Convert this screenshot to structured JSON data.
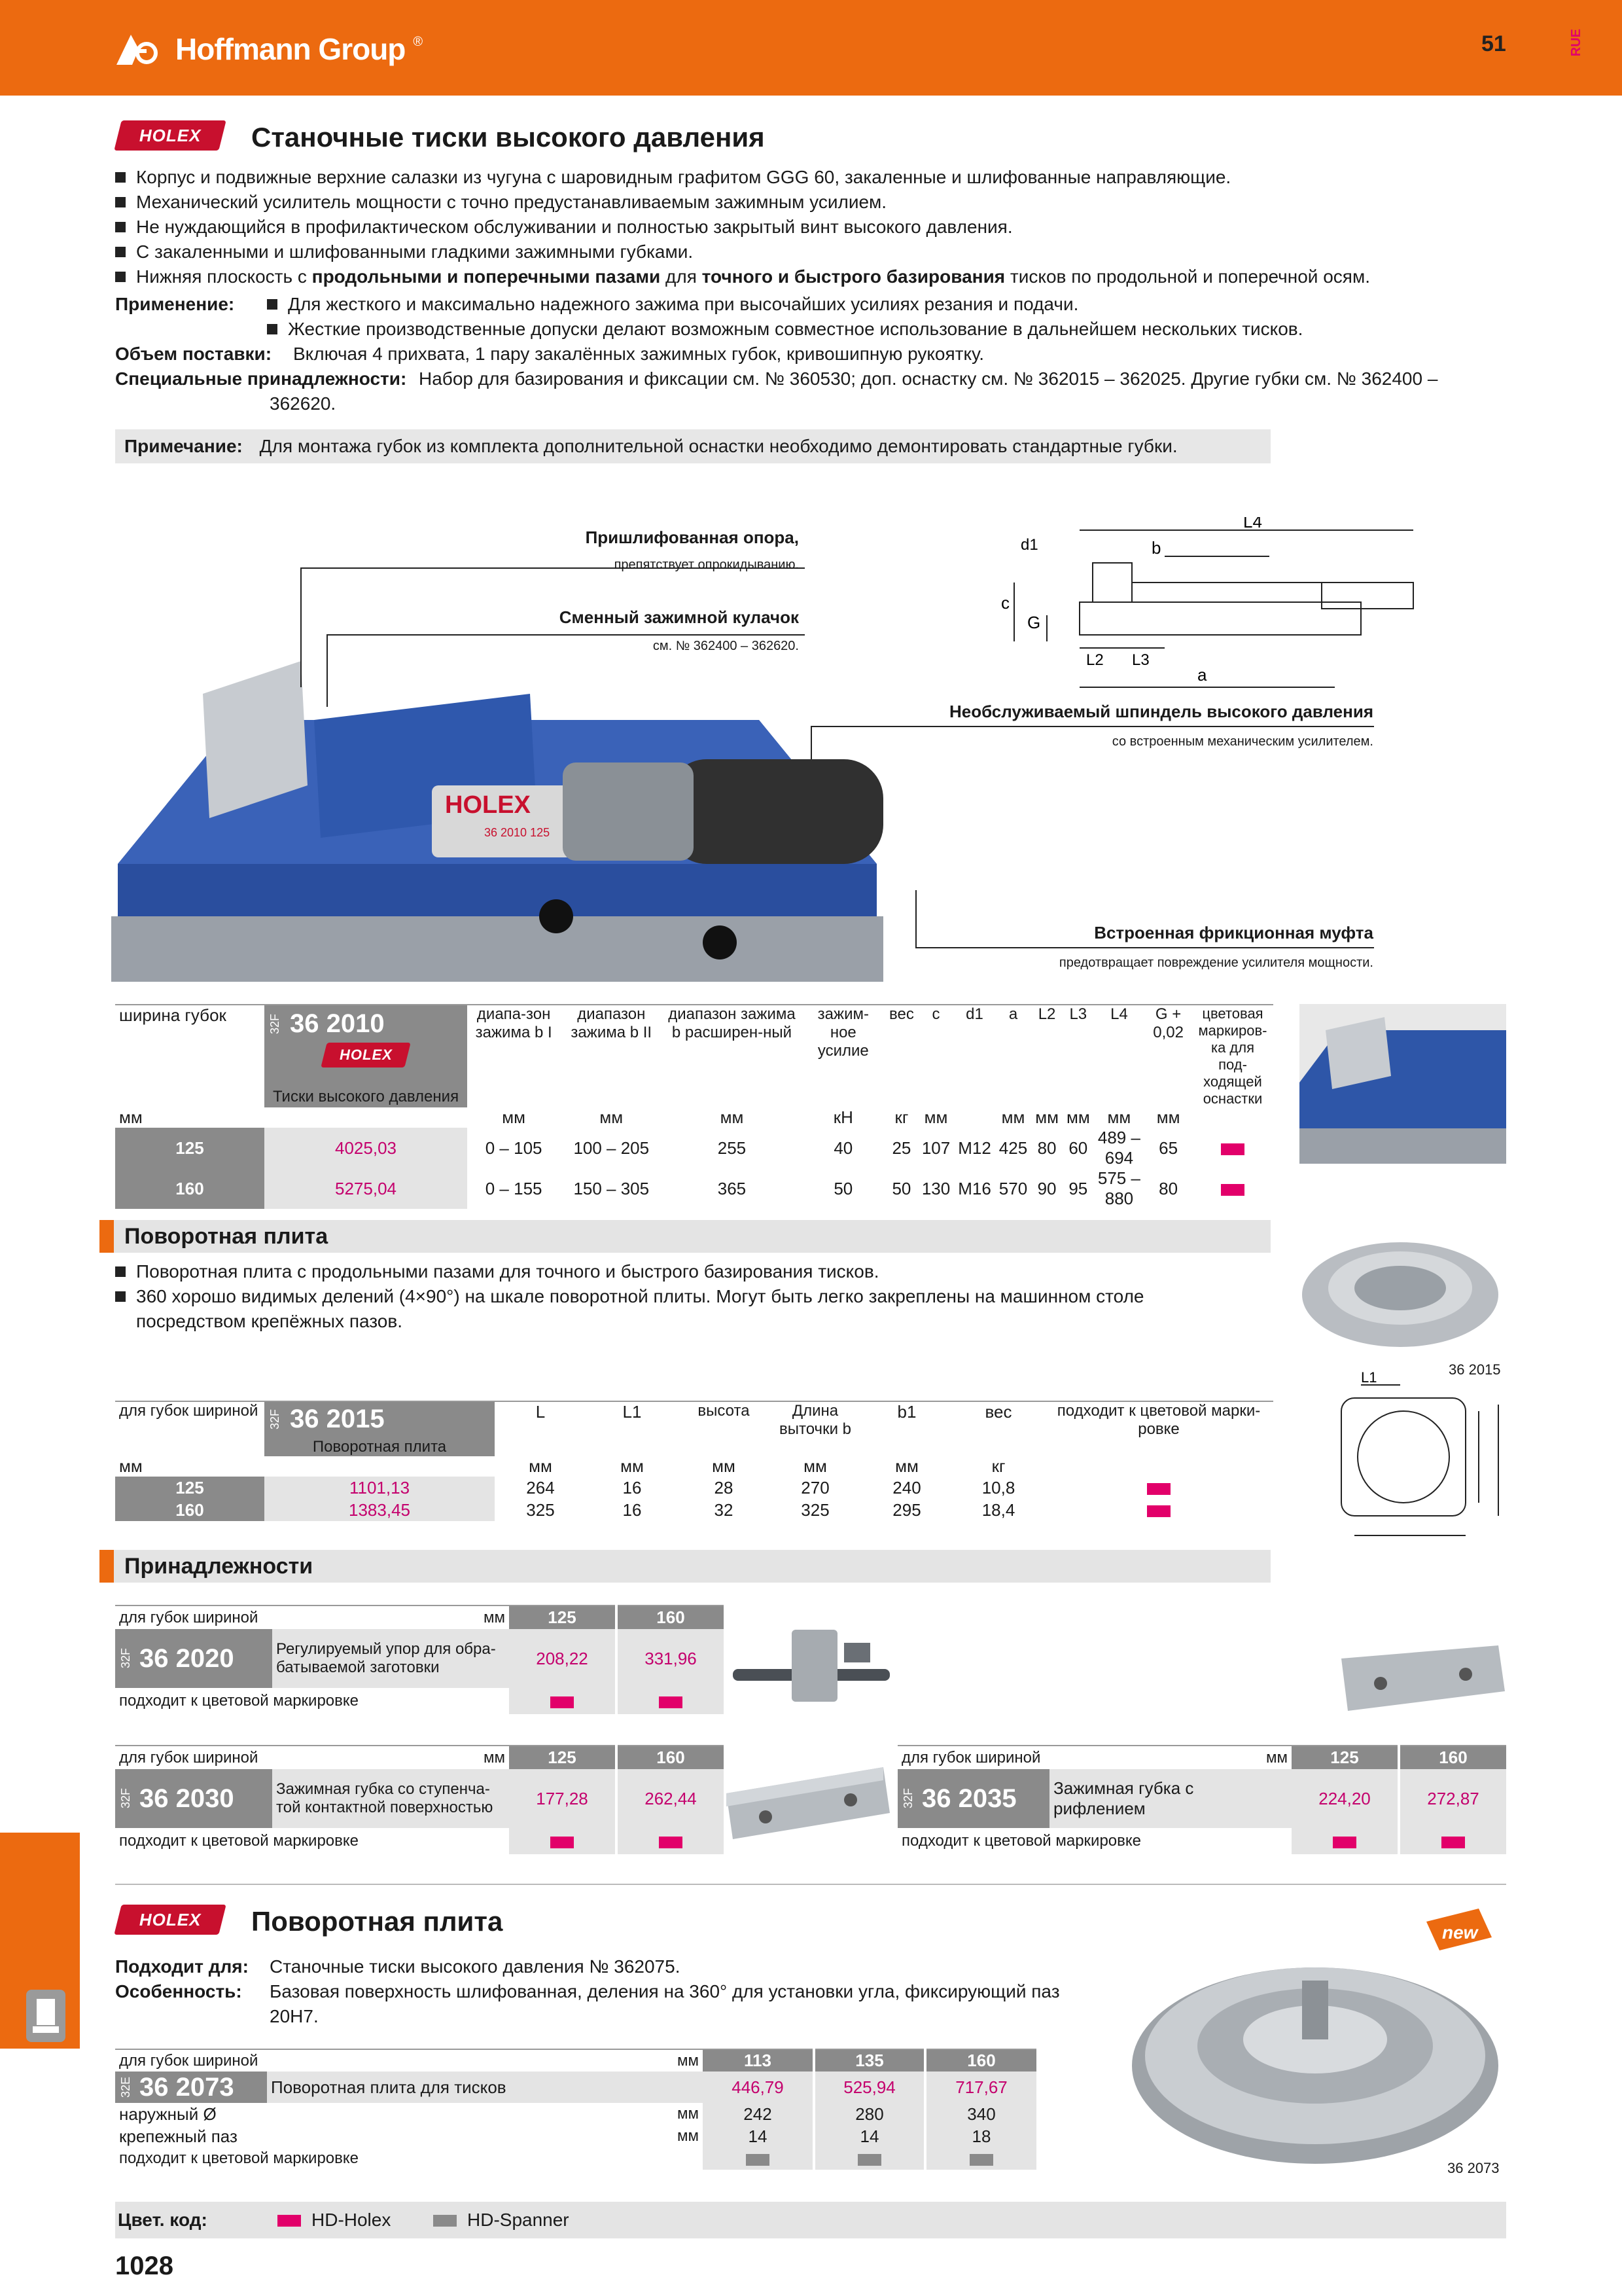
{
  "header": {
    "brand": "Hoffmann Group",
    "brand_mark": "®",
    "page_number_top": "51",
    "lang_tag": "RUE"
  },
  "section1": {
    "badge": "HOLEX",
    "title": "Станочные тиски высокого давления",
    "bullets": [
      "Корпус и подвижные верхние салазки из чугуна с шаровидным графитом GGG 60, закаленные и шлифованные направляющие.",
      "Механический усилитель мощности с точно предустанавливаемым зажимным усилием.",
      "Не нуждающийся в профилактическом обслуживании и полностью закрытый винт высокого давления.",
      "С закаленными и шлифованными гладкими зажимными губками."
    ],
    "bullet5_a": "Нижняя плоскость с ",
    "bullet5_b": "продольными и поперечными пазами",
    "bullet5_c": " для ",
    "bullet5_d": "точного и быстрого базирования",
    "bullet5_e": " тисков по продольной и поперечной осям.",
    "application_label": "Применение:",
    "application_items": [
      "Для жесткого и максимально надежного зажима при высочайших усилиях резания и подачи.",
      "Жесткие производственные допуски делают возможным совместное использование в дальнейшем нескольких тисков."
    ],
    "delivery_label": "Объем поставки:",
    "delivery_text": "Включая 4 прихвата, 1 пару закалённых зажимных губок, кривошипную рукоятку.",
    "accessories_label": "Специальные принадлежности:",
    "accessories_text_1": "Набор для базирования и фиксации см. № 360530; доп. оснастку см. № 362015 – 362025. Другие губки см. № 362400 –",
    "accessories_text_2": "362620.",
    "note_label": "Примечание:",
    "note_text": "Для монтажа губок из комплекта дополнительной оснастки необходимо демонтировать стандартные губки."
  },
  "callouts": {
    "c1_title": "Пришлифованная опора,",
    "c1_sub": "препятствует опрокидыванию.",
    "c2_title": "Сменный зажимной кулачок",
    "c2_sub": "см. № 362400 – 362620.",
    "c3_title": "Необслуживаемый шпиндель высокого давления",
    "c3_sub": "со встроенным механическим усилителем.",
    "c4_title": "Встроенная фрикционная муфта",
    "c4_sub": "предотвращает повреждение усилителя мощности.",
    "vice_label": "HOLEX",
    "vice_plate_code": "36 2010 125",
    "diagram_labels": {
      "L4": "L4",
      "d1": "d1",
      "b": "b",
      "c": "c",
      "G": "G",
      "L2": "L2",
      "L3": "L3",
      "a": "a"
    }
  },
  "table1": {
    "jaw_width": "ширина губок",
    "tag": "32F",
    "code": "36 2010",
    "badge": "HOLEX",
    "desc": "Тиски высокого давления",
    "headers": [
      "диапа-зон зажима b I",
      "диапазон зажима b II",
      "диапазон зажима b расширен-ный",
      "зажим-ное усилие",
      "вес",
      "c",
      "d1",
      "a",
      "L2",
      "L3",
      "L4",
      "G + 0,02",
      "цветовая маркиров-ка для под-ходящей оснастки"
    ],
    "unit_first": "мм",
    "units": [
      "мм",
      "мм",
      "мм",
      "кН",
      "кг",
      "мм",
      "",
      "мм",
      "мм",
      "мм",
      "мм",
      "мм",
      ""
    ],
    "rows": [
      {
        "size": "125",
        "price": "4025,03",
        "vals": [
          "0 – 105",
          "100 – 205",
          "255",
          "40",
          "25",
          "107",
          "M12",
          "425",
          "80",
          "60",
          "489 – 694",
          "65"
        ]
      },
      {
        "size": "160",
        "price": "5275,04",
        "vals": [
          "0 – 155",
          "150 – 305",
          "365",
          "50",
          "50",
          "130",
          "M16",
          "570",
          "90",
          "95",
          "575 – 880",
          "80"
        ]
      }
    ]
  },
  "section2": {
    "title": "Поворотная плита",
    "bullets": [
      "Поворотная плита с продольными пазами для точного и быстрого базирования тисков.",
      "360 хорошо видимых делений (4×90°) на шкале поворотной плиты. Могут быть легко закреплены на машинном столе посредством крепёжных пазов."
    ],
    "caption": "36 2015"
  },
  "table2": {
    "jaw_width": "для губок шириной",
    "tag": "32F",
    "code": "36 2015",
    "desc": "Поворотная плита",
    "headers": [
      "L",
      "L1",
      "высота",
      "Длина выточки b",
      "b1",
      "вес",
      "подходит к цветовой марки-ровке"
    ],
    "unit_first": "мм",
    "units": [
      "мм",
      "мм",
      "мм",
      "мм",
      "мм",
      "кг",
      ""
    ],
    "rows": [
      {
        "size": "125",
        "price": "1101,13",
        "vals": [
          "264",
          "16",
          "28",
          "270",
          "240",
          "10,8"
        ]
      },
      {
        "size": "160",
        "price": "1383,45",
        "vals": [
          "325",
          "16",
          "32",
          "325",
          "295",
          "18,4"
        ]
      }
    ]
  },
  "section3": {
    "title": "Принадлежности",
    "t_2020": {
      "jaw_width": "для губок шириной",
      "unit": "мм",
      "sizes": [
        "125",
        "160"
      ],
      "tag": "32F",
      "code": "36 2020",
      "desc": "Регулируемый упор для обра-батываемой заготовки",
      "prices": [
        "208,22",
        "331,96"
      ],
      "fit": "подходит к цветовой маркировке"
    },
    "t_2030": {
      "jaw_width": "для губок шириной",
      "unit": "мм",
      "sizes": [
        "125",
        "160"
      ],
      "tag": "32F",
      "code": "36 2030",
      "desc": "Зажимная губка со ступенча-той контактной поверхностью",
      "prices": [
        "177,28",
        "262,44"
      ],
      "fit": "подходит к цветовой маркировке"
    },
    "t_2035": {
      "jaw_width": "для губок шириной",
      "unit": "мм",
      "sizes": [
        "125",
        "160"
      ],
      "tag": "32F",
      "code": "36 2035",
      "desc": "Зажимная губка с рифлением",
      "prices": [
        "224,20",
        "272,87"
      ],
      "fit": "подходит к цветовой маркировке"
    }
  },
  "section4": {
    "badge": "HOLEX",
    "title": "Поворотная плита",
    "new_badge": "new",
    "fits_label": "Подходит для:",
    "fits_text": "Станочные тиски высокого давления № 362075.",
    "feature_label": "Особенность:",
    "feature_text_1": "Базовая поверхность шлифованная, деления на 360° для установки угла, фиксирующий паз",
    "feature_text_2": "20H7.",
    "caption": "36 2073",
    "table": {
      "jaw_width": "для губок шириной",
      "unit": "мм",
      "sizes": [
        "113",
        "135",
        "160"
      ],
      "tag": "32E",
      "code": "36 2073",
      "desc": "Поворотная плита для тисков",
      "prices": [
        "446,79",
        "525,94",
        "717,67"
      ],
      "row_outer": "наружный Ø",
      "outer_vals": [
        "242",
        "280",
        "340"
      ],
      "row_slot": "крепежный паз",
      "slot_vals": [
        "14",
        "14",
        "18"
      ],
      "fit": "подходит к цветовой маркировке"
    }
  },
  "footer": {
    "color_code_label": "Цвет. код:",
    "legend_1": "HD-Holex",
    "legend_2": "HD-Spanner",
    "page_number": "1028",
    "colors": {
      "pink": "#e2006a",
      "grey": "#8a8a8a",
      "orange": "#ec6a10"
    }
  }
}
